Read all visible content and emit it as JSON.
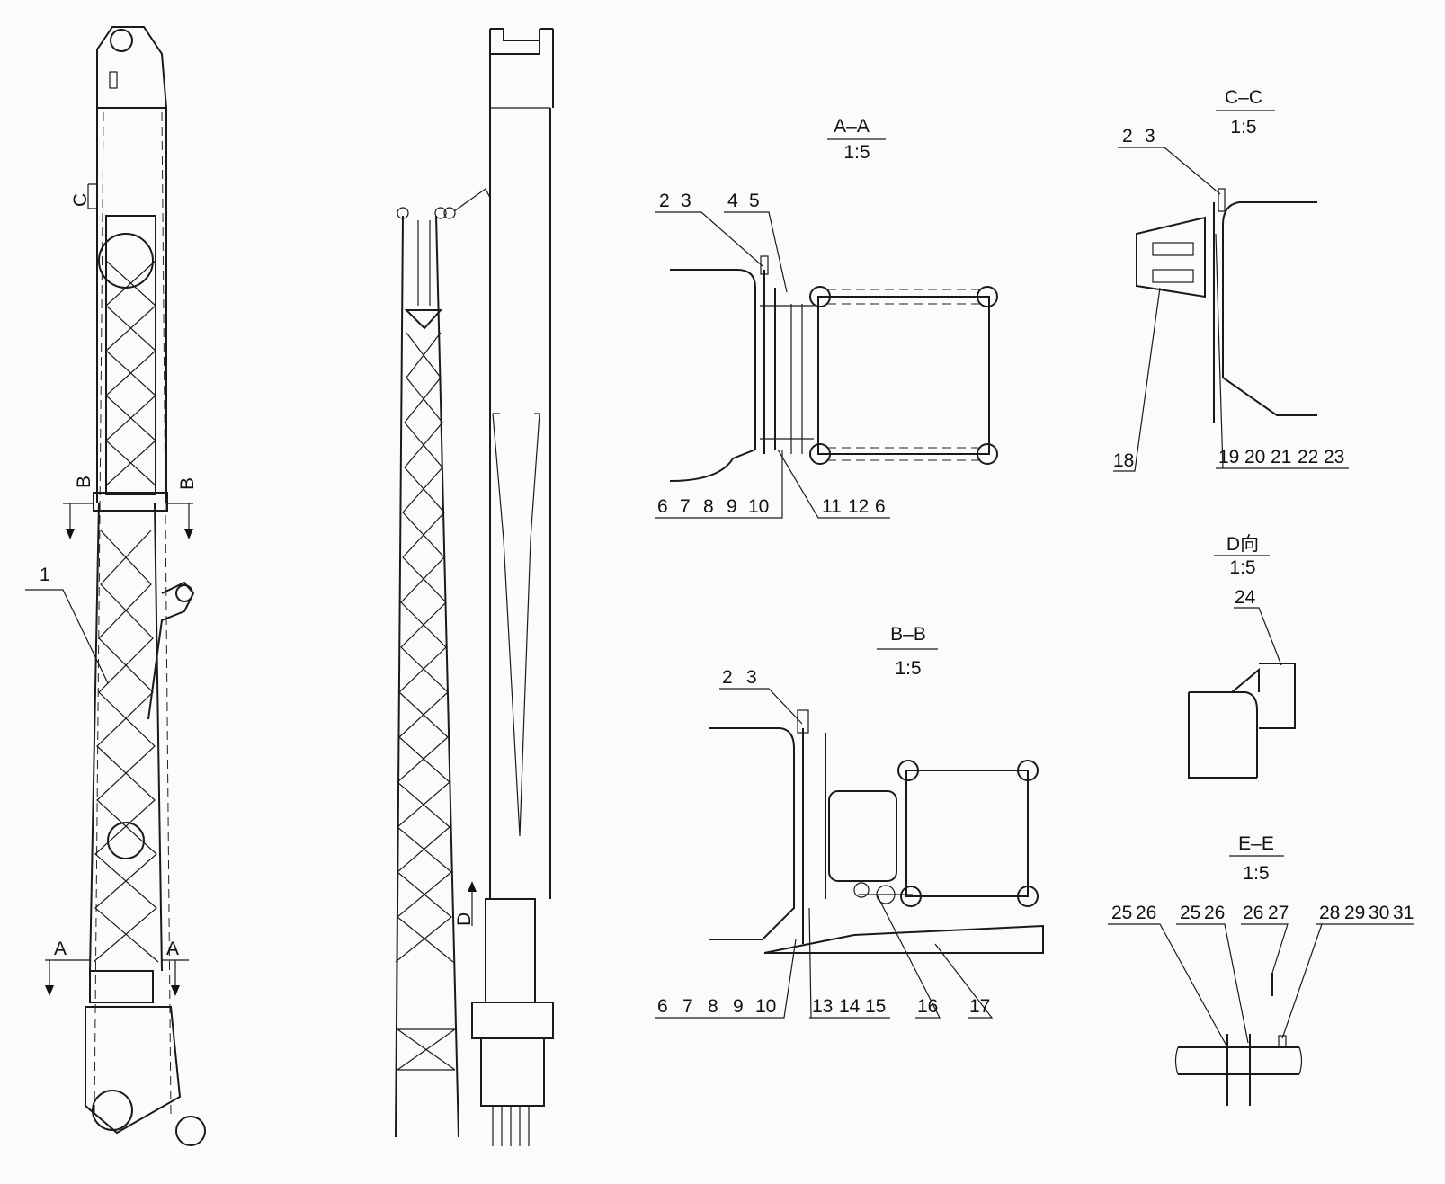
{
  "colors": {
    "line": "#1a1a1a",
    "paper": "#fbfbf9"
  },
  "views": {
    "AA": {
      "title": "A–A",
      "scale": "1:5",
      "labels": [
        "2",
        "3",
        "4",
        "5",
        "6",
        "7",
        "8",
        "9",
        "10",
        "11",
        "12",
        "6"
      ]
    },
    "BB": {
      "title": "B–B",
      "scale": "1:5",
      "labels": [
        "2",
        "3",
        "6",
        "7",
        "8",
        "9",
        "10",
        "13",
        "14",
        "15",
        "16",
        "17"
      ]
    },
    "CC": {
      "title": "C–C",
      "scale": "1:5",
      "labels": [
        "2",
        "3",
        "18",
        "19",
        "20",
        "21",
        "22",
        "23"
      ]
    },
    "D": {
      "title": "D向",
      "scale": "1:5",
      "labels": [
        "24"
      ]
    },
    "EE": {
      "title": "E–E",
      "scale": "1:5",
      "labels": [
        "25",
        "26",
        "25",
        "26",
        "26",
        "27",
        "28",
        "29",
        "30",
        "31"
      ]
    }
  },
  "main_view": {
    "item_label": "1",
    "section_marks": [
      "C",
      "B",
      "B",
      "A",
      "A",
      "D"
    ]
  }
}
